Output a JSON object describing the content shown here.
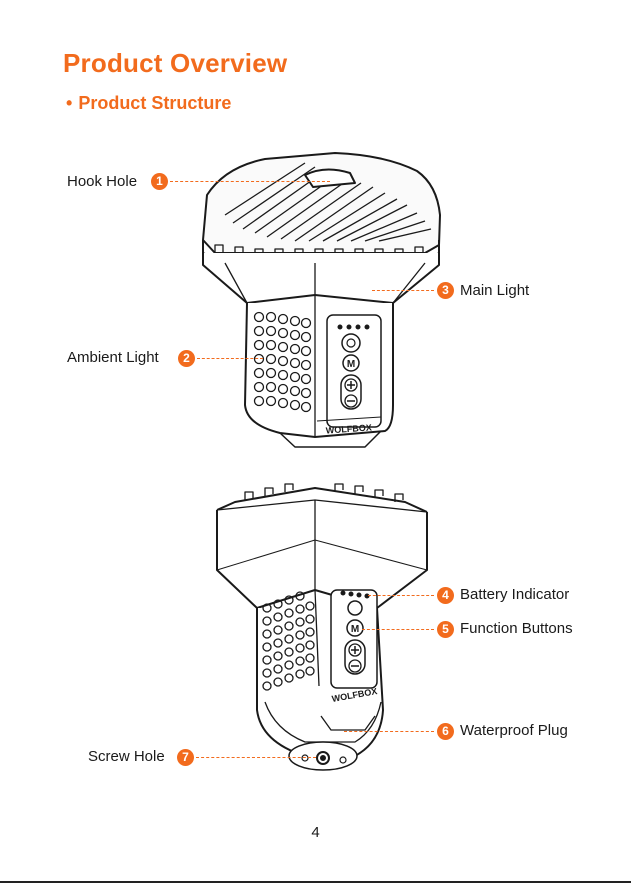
{
  "page": {
    "title": "Product Overview",
    "subtitle": "Product Structure",
    "page_number": "4"
  },
  "callouts": [
    {
      "number": "1",
      "label": "Hook Hole"
    },
    {
      "number": "2",
      "label": "Ambient Light"
    },
    {
      "number": "3",
      "label": "Main Light"
    },
    {
      "number": "4",
      "label": "Battery Indicator"
    },
    {
      "number": "5",
      "label": "Function Buttons"
    },
    {
      "number": "6",
      "label": "Waterproof Plug"
    },
    {
      "number": "7",
      "label": "Screw Hole"
    }
  ],
  "product": {
    "brand": "WOLFBOX",
    "mode_key": "M"
  },
  "colors": {
    "accent": "#f26b1d"
  }
}
